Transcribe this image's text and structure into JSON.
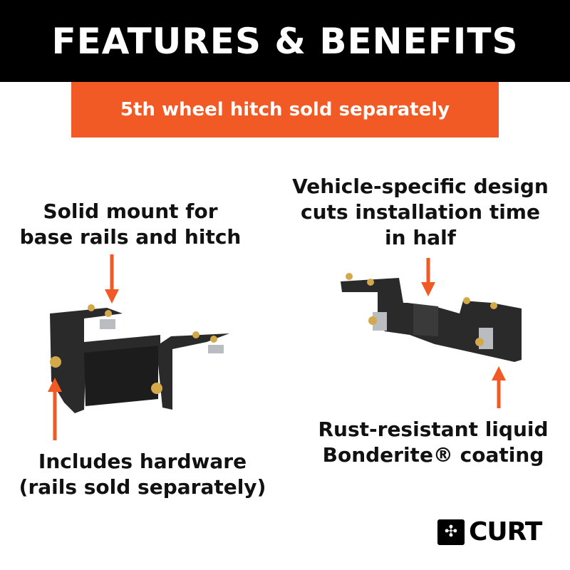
{
  "header": {
    "title": "FEATURES & BENEFITS"
  },
  "banner": {
    "text": "5th wheel hitch sold separately"
  },
  "labels": {
    "solid_mount": [
      "Solid mount for",
      "base rails and hitch"
    ],
    "vehicle_specific": [
      "Vehicle-specific design",
      "cuts installation time",
      "in half"
    ],
    "hardware": [
      "Includes hardware",
      "(rails sold separately)"
    ],
    "rust": [
      "Rust-resistant liquid",
      "Bonderite® coating"
    ]
  },
  "brand": {
    "name": "CURT"
  },
  "colors": {
    "accent": "#f15a24",
    "header": "#000000",
    "bracket": "#222222",
    "hardware": "#d4a94a"
  }
}
